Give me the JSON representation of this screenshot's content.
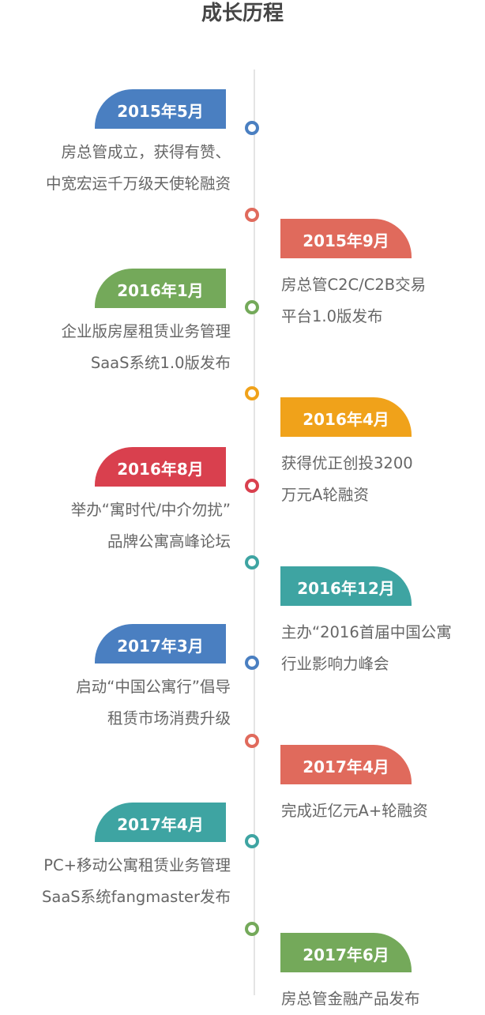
{
  "title": "成长历程",
  "events": [
    {
      "date": "2015年5月",
      "lines": [
        "房总管成立，获得有赞、",
        "中宽宏运千万级天使轮融资"
      ],
      "side": "left",
      "color": "#4a7fc1"
    },
    {
      "date": "2015年9月",
      "lines": [
        "房总管C2C/C2B交易",
        "平台1.0版发布"
      ],
      "side": "right",
      "color": "#e06a5c"
    },
    {
      "date": "2016年1月",
      "lines": [
        "企业版房屋租赁业务管理",
        "SaaS系统1.0版发布"
      ],
      "side": "left",
      "color": "#74a95a"
    },
    {
      "date": "2016年4月",
      "lines": [
        "获得优正创投3200",
        "万元A轮融资"
      ],
      "side": "right",
      "color": "#f0a21a"
    },
    {
      "date": "2016年8月",
      "lines": [
        "举办“寓时代/中介勿扰”",
        "品牌公寓高峰论坛"
      ],
      "side": "left",
      "color": "#d9404e"
    },
    {
      "date": "2016年12月",
      "lines": [
        "主办“2016首届中国公寓",
        "行业影响力峰会"
      ],
      "side": "right",
      "color": "#3ea4a2"
    },
    {
      "date": "2017年3月",
      "lines": [
        "启动“中国公寓行”倡导",
        "租赁市场消费升级"
      ],
      "side": "left",
      "color": "#4a7fc1"
    },
    {
      "date": "2017年4月",
      "lines": [
        "完成近亿元A+轮融资"
      ],
      "side": "right",
      "color": "#e06a5c"
    },
    {
      "date": "2017年4月",
      "lines": [
        "PC+移动公寓租赁业务管理",
        "SaaS系统fangmaster发布"
      ],
      "side": "left",
      "color": "#3ea4a2"
    },
    {
      "date": "2017年6月",
      "lines": [
        "房总管金融产品发布"
      ],
      "side": "right",
      "color": "#74a95a"
    }
  ]
}
